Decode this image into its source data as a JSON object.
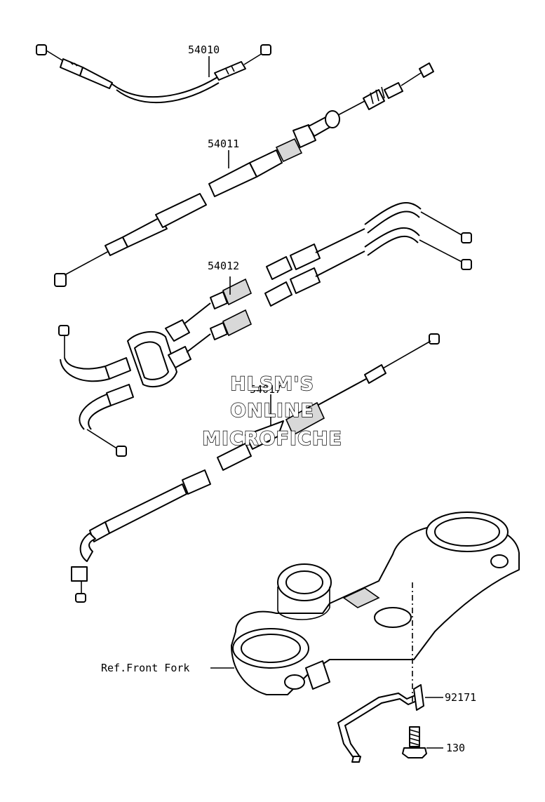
{
  "parts": [
    {
      "id": "callout-54010",
      "number": "54010"
    },
    {
      "id": "callout-54011",
      "number": "54011"
    },
    {
      "id": "callout-54012",
      "number": "54012"
    },
    {
      "id": "callout-54017",
      "number": "54017"
    },
    {
      "id": "callout-92171",
      "number": "92171"
    },
    {
      "id": "callout-130",
      "number": "130"
    }
  ],
  "reference_label": "Ref.Front Fork",
  "watermark": {
    "line1": "HLSM'S",
    "line2": "ONLINE",
    "line3": "MICROFICHE"
  },
  "colors": {
    "line": "#000000",
    "background": "#ffffff"
  }
}
